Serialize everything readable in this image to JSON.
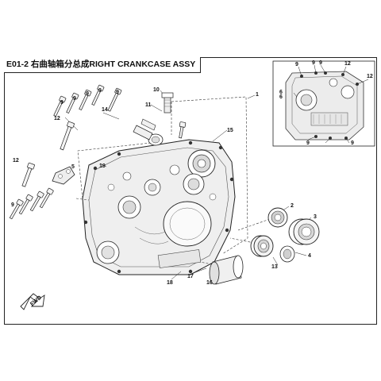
{
  "title": "E01-2 右曲轴箱分总成RIGHT CRANKCASE ASSY",
  "orientation_label": "FWD",
  "callouts": [
    {
      "id": "c1",
      "label": "1"
    },
    {
      "id": "c2",
      "label": "2"
    },
    {
      "id": "c3",
      "label": "3"
    },
    {
      "id": "c4",
      "label": "4"
    },
    {
      "id": "c5",
      "label": "5"
    },
    {
      "id": "c6",
      "label": "6"
    },
    {
      "id": "c9a",
      "label": "9"
    },
    {
      "id": "c9b",
      "label": "9"
    },
    {
      "id": "c9c",
      "label": "9"
    },
    {
      "id": "c9d",
      "label": "9"
    },
    {
      "id": "c9e",
      "label": "9"
    },
    {
      "id": "c9f",
      "label": "9"
    },
    {
      "id": "c10",
      "label": "10"
    },
    {
      "id": "c11",
      "label": "11"
    },
    {
      "id": "c12a",
      "label": "12"
    },
    {
      "id": "c12b",
      "label": "12"
    },
    {
      "id": "c13",
      "label": "13"
    },
    {
      "id": "c14",
      "label": "14"
    },
    {
      "id": "c15",
      "label": "15"
    },
    {
      "id": "c16",
      "label": "16"
    },
    {
      "id": "c17",
      "label": "17"
    },
    {
      "id": "c18",
      "label": "18"
    },
    {
      "id": "c19",
      "label": "19"
    },
    {
      "id": "i6",
      "label": "6"
    },
    {
      "id": "i9a",
      "label": "9"
    },
    {
      "id": "i9b",
      "label": "9"
    },
    {
      "id": "i9c",
      "label": "9"
    },
    {
      "id": "i9d",
      "label": "9"
    },
    {
      "id": "i9e",
      "label": "9"
    },
    {
      "id": "i12a",
      "label": "12"
    },
    {
      "id": "i12b",
      "label": "12"
    }
  ]
}
